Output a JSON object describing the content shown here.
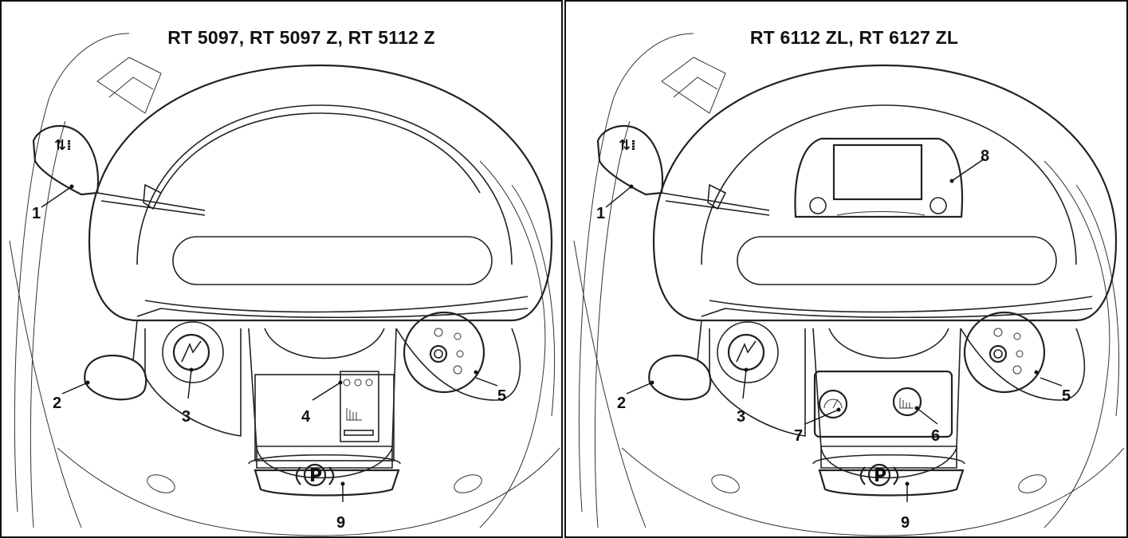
{
  "panels": [
    {
      "title": "RT 5097, RT 5097 Z, RT 5112 Z",
      "callouts": [
        "1",
        "2",
        "3",
        "4",
        "5",
        "9"
      ]
    },
    {
      "title": "RT 6112 ZL, RT 6127 ZL",
      "callouts": [
        "1",
        "2",
        "3",
        "5",
        "6",
        "7",
        "8",
        "9"
      ]
    }
  ],
  "parking_brake_symbol": "P",
  "icons": [
    "gear-shift-lever-icon",
    "turn-signal-lever-icon",
    "hazard-switch-icon",
    "ignition-switch-icon",
    "parking-brake-icon",
    "display-screen-icon",
    "cruise-control-icon",
    "pto-switch-icon"
  ]
}
